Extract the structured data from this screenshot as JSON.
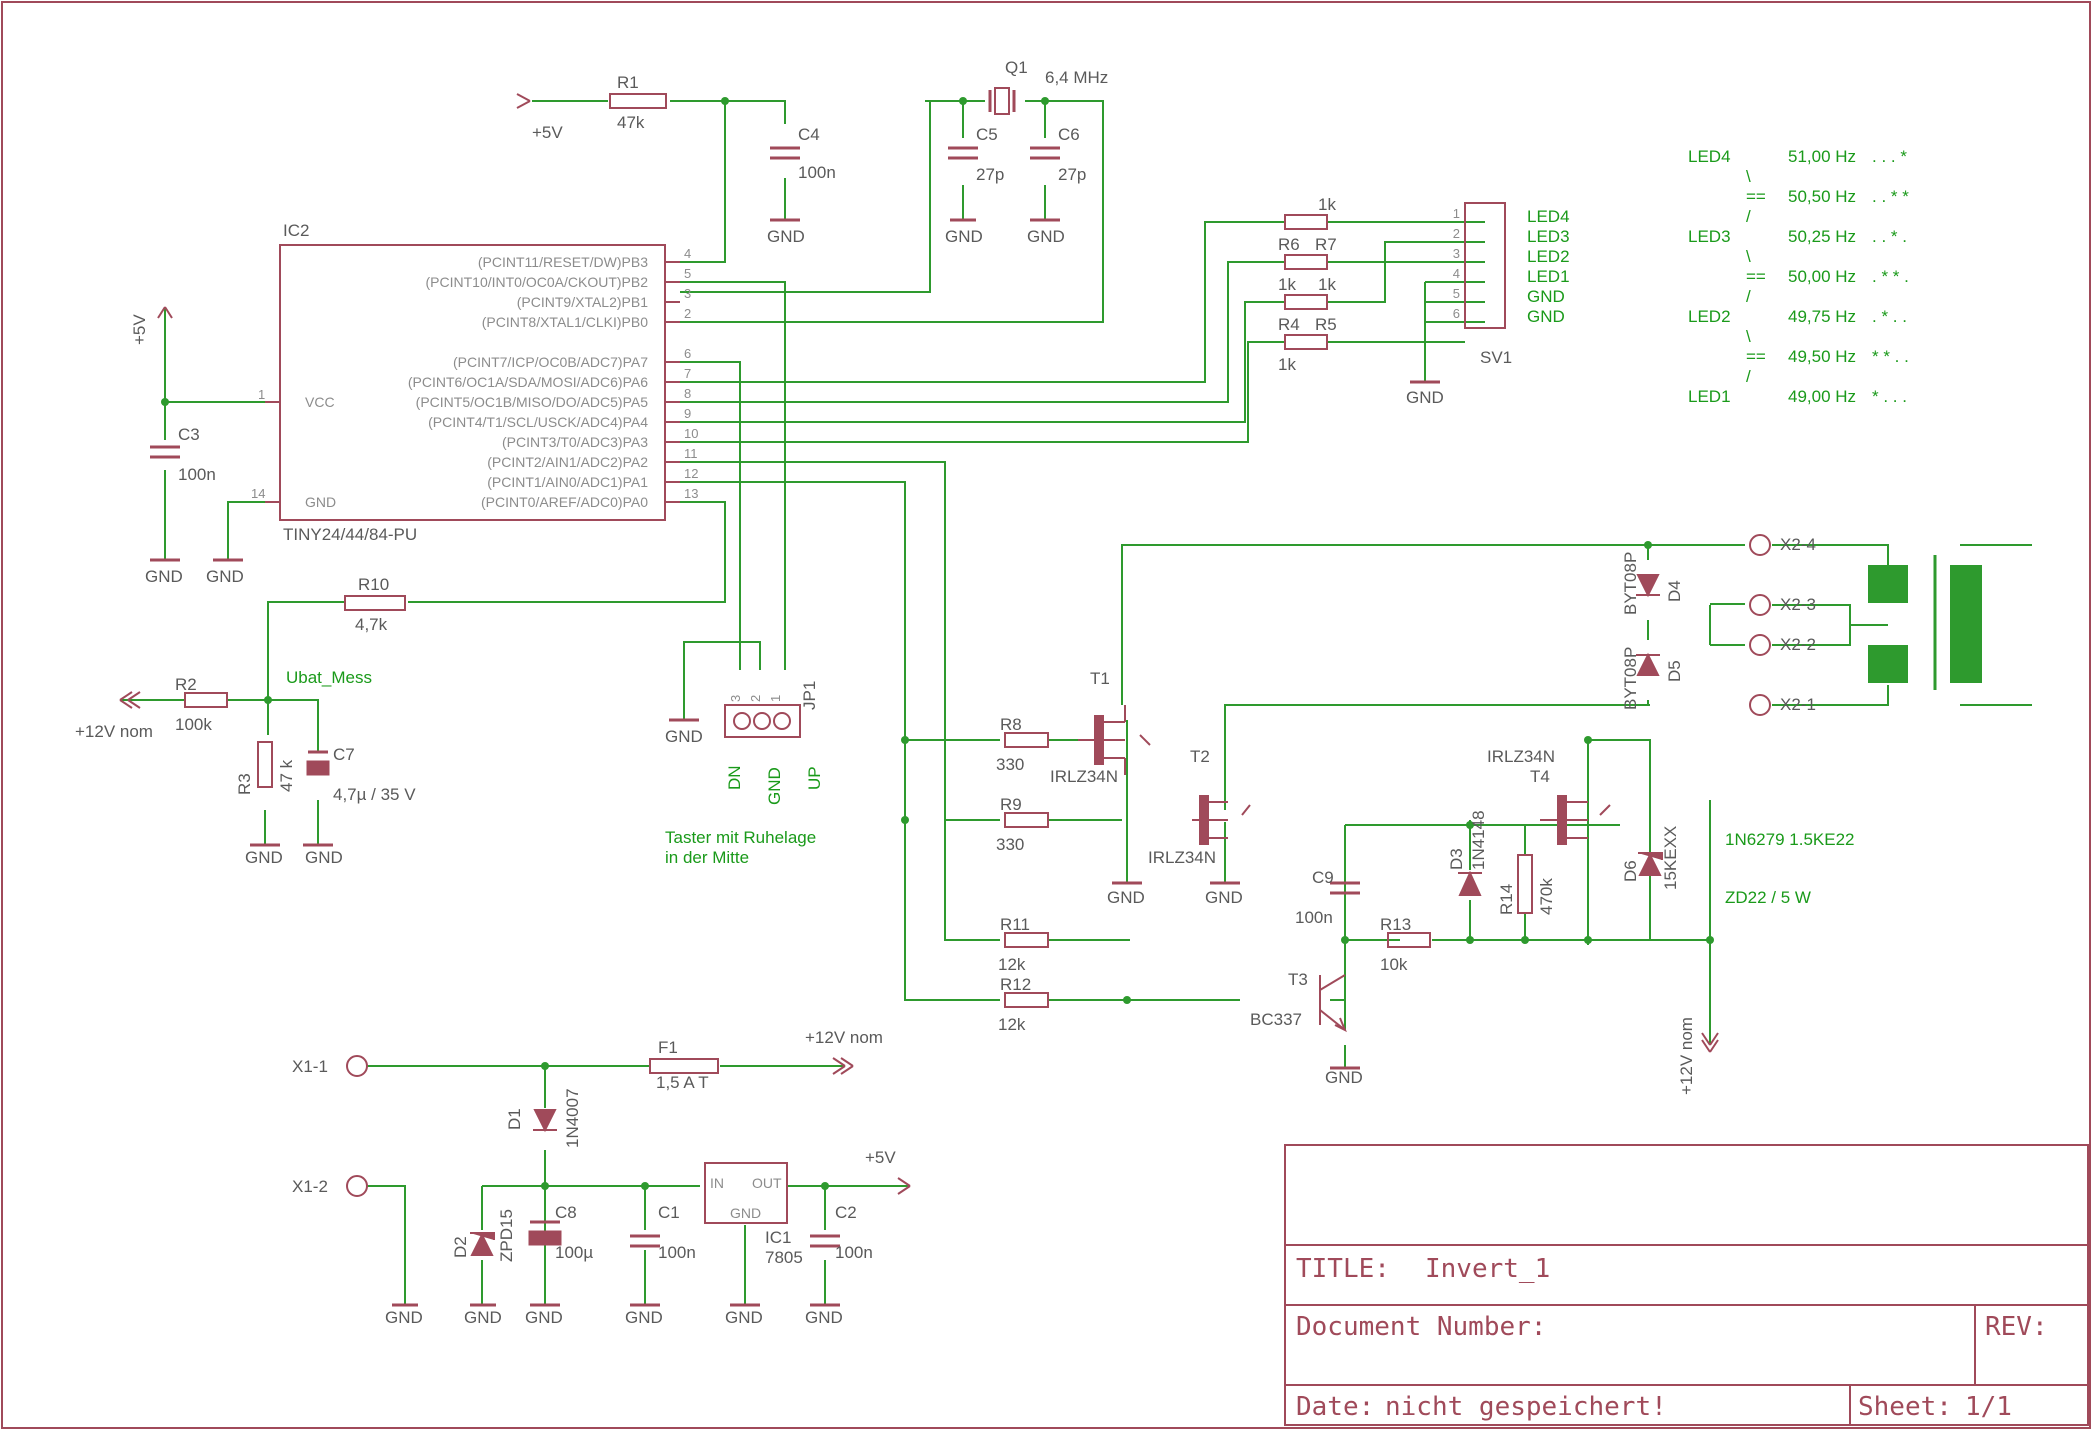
{
  "colors": {
    "wire": "#2e9a2e",
    "body": "#a04a5a",
    "text": "#5a5a5a",
    "net": "#1a9a1a",
    "pin": "#8c8c8c"
  },
  "frame": {
    "title_label": "TITLE:",
    "title_value": "Invert_1",
    "doc_number_label": "Document Number:",
    "rev_label": "REV:",
    "date_label": "Date:",
    "date_value": "nicht gespeichert!",
    "sheet_label": "Sheet:",
    "sheet_value": "1/1"
  },
  "ic2": {
    "name": "IC2",
    "value": "TINY24/44/84-PU",
    "vcc_pin": "VCC",
    "vcc_num": "1",
    "gnd_pin": "GND",
    "gnd_num": "14",
    "pins": [
      {
        "label": "(PCINT11/RESET/DW)PB3",
        "num": "4"
      },
      {
        "label": "(PCINT10/INT0/OC0A/CKOUT)PB2",
        "num": "5"
      },
      {
        "label": "(PCINT9/XTAL2)PB1",
        "num": "3"
      },
      {
        "label": "(PCINT8/XTAL1/CLKI)PB0",
        "num": "2"
      },
      {
        "label": "(PCINT7/ICP/OC0B/ADC7)PA7",
        "num": "6"
      },
      {
        "label": "(PCINT6/OC1A/SDA/MOSI/ADC6)PA6",
        "num": "7"
      },
      {
        "label": "(PCINT5/OC1B/MISO/DO/ADC5)PA5",
        "num": "8"
      },
      {
        "label": "(PCINT4/T1/SCL/USCK/ADC4)PA4",
        "num": "9"
      },
      {
        "label": "(PCINT3/T0/ADC3)PA3",
        "num": "10"
      },
      {
        "label": "(PCINT2/AIN1/ADC2)PA2",
        "num": "11"
      },
      {
        "label": "(PCINT1/AIN0/ADC1)PA1",
        "num": "12"
      },
      {
        "label": "(PCINT0/AREF/ADC0)PA0",
        "num": "13"
      }
    ]
  },
  "parts": {
    "r1": {
      "name": "R1",
      "value": "47k"
    },
    "c4": {
      "name": "C4",
      "value": "100n"
    },
    "q1": {
      "name": "Q1",
      "value": "6,4 MHz"
    },
    "c5": {
      "name": "C5",
      "value": "27p"
    },
    "c6": {
      "name": "C6",
      "value": "27p"
    },
    "c3": {
      "name": "C3",
      "value": "100n"
    },
    "r10": {
      "name": "R10",
      "value": "4,7k"
    },
    "r2": {
      "name": "R2",
      "value": "100k"
    },
    "r3": {
      "name": "R3",
      "value": "47 k"
    },
    "c7": {
      "name": "C7",
      "value": "4,7µ / 35 V"
    },
    "r6": {
      "name": "R6",
      "value": "1k"
    },
    "r7": {
      "name": "R7",
      "value": "1k"
    },
    "r4": {
      "name": "R4",
      "value": "1k"
    },
    "r5": {
      "name": "R5",
      "value": "1k"
    },
    "sv1": {
      "name": "SV1",
      "pins": [
        "1",
        "2",
        "3",
        "4",
        "5",
        "6"
      ],
      "nets": [
        "LED4",
        "LED3",
        "LED2",
        "LED1",
        "GND",
        "GND"
      ]
    },
    "jp1": {
      "name": "JP1",
      "pins": [
        "3",
        "2",
        "1"
      ],
      "labels": [
        "DN",
        "GND",
        "UP"
      ],
      "note1": "Taster mit Ruhelage",
      "note2": "in der Mitte"
    },
    "r8": {
      "name": "R8",
      "value": "330"
    },
    "r9": {
      "name": "R9",
      "value": "330"
    },
    "t1": {
      "name": "T1",
      "value": "IRLZ34N"
    },
    "t2": {
      "name": "T2",
      "value": "IRLZ34N"
    },
    "t4": {
      "name": "T4",
      "value": "IRLZ34N"
    },
    "r11": {
      "name": "R11",
      "value": "12k"
    },
    "r12": {
      "name": "R12",
      "value": "12k"
    },
    "t3": {
      "name": "T3",
      "value": "BC337"
    },
    "c9": {
      "name": "C9",
      "value": "100n"
    },
    "r13": {
      "name": "R13",
      "value": "10k"
    },
    "d3": {
      "name": "D3",
      "value": "1N4148"
    },
    "r14": {
      "name": "R14",
      "value": "470k"
    },
    "d6": {
      "name": "D6",
      "value": "15KEXX"
    },
    "d4": {
      "name": "D4",
      "value": "BYT08P"
    },
    "d5": {
      "name": "D5",
      "value": "BYT08P"
    },
    "f1": {
      "name": "F1",
      "value": "1,5 A T"
    },
    "d1": {
      "name": "D1",
      "value": "1N4007"
    },
    "d2": {
      "name": "D2",
      "value": "ZPD15"
    },
    "c8": {
      "name": "C8",
      "value": "100µ"
    },
    "c1": {
      "name": "C1",
      "value": "100n"
    },
    "ic1": {
      "name": "IC1",
      "value": "7805",
      "in": "IN",
      "out": "OUT",
      "gnd": "GND"
    },
    "c2": {
      "name": "C2",
      "value": "100n"
    }
  },
  "nets": {
    "gnd": "GND",
    "p5v": "+5V",
    "p12v": "+12V nom",
    "ubat": "Ubat_Mess"
  },
  "connectors": {
    "x2_4": "X2-4",
    "x2_3": "X2-3",
    "x2_2": "X2-2",
    "x2_1": "X2-1",
    "x1_1": "X1-1",
    "x1_2": "X1-2"
  },
  "notes": {
    "tvs1": "1N6279 1.5KE22",
    "tvs2": "ZD22 / 5 W"
  },
  "led_table": [
    {
      "led": "LED4",
      "freq": "51,00 Hz",
      "pattern": ". . . *"
    },
    {
      "sep": "\\"
    },
    {
      "eq": "==",
      "freq": "50,50 Hz",
      "pattern": ". . * *"
    },
    {
      "sep": "/"
    },
    {
      "led": "LED3",
      "freq": "50,25 Hz",
      "pattern": ". . * ."
    },
    {
      "sep": "\\"
    },
    {
      "eq": "==",
      "freq": "50,00 Hz",
      "pattern": ". * * ."
    },
    {
      "sep": "/"
    },
    {
      "led": "LED2",
      "freq": "49,75 Hz",
      "pattern": ". * . ."
    },
    {
      "sep": "\\"
    },
    {
      "eq": "==",
      "freq": "49,50 Hz",
      "pattern": "* * . ."
    },
    {
      "sep": "/"
    },
    {
      "led": "LED1",
      "freq": "49,00 Hz",
      "pattern": "* . . ."
    }
  ]
}
